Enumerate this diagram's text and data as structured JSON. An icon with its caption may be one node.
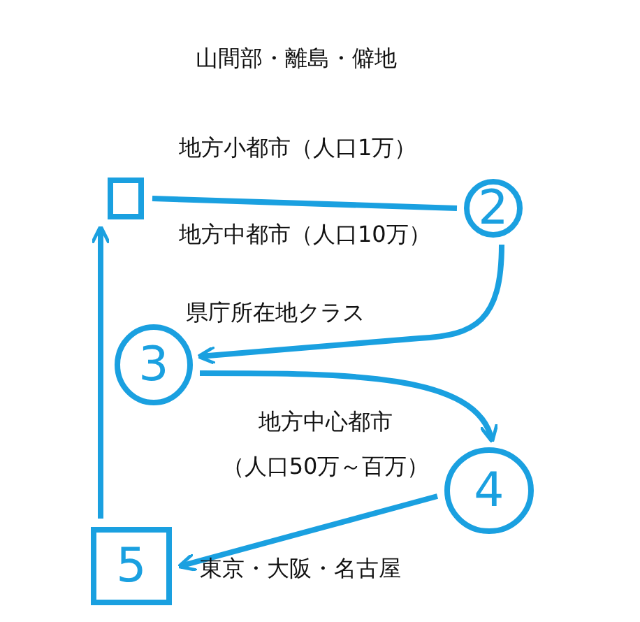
{
  "diagram": {
    "title": "山間部・離島・僻地",
    "nodes": [
      {
        "text": [],
        "shape": "box"
      },
      {
        "text": [
          "2"
        ]
      },
      {
        "text": [
          "3"
        ]
      },
      {
        "text": [
          "4"
        ]
      },
      {
        "text": [
          "5"
        ]
      }
    ],
    "edges": [
      {
        "from": 0,
        "to": 1,
        "arrow": "none"
      },
      {
        "from": 1,
        "to": 2,
        "arrow": "to"
      },
      {
        "from": 2,
        "to": 3,
        "arrow": "to"
      },
      {
        "from": 3,
        "to": 4,
        "arrow": "to"
      },
      {
        "from": 4,
        "to": 0,
        "arrow": "to"
      }
    ],
    "labels": [
      "地方小都市（人口1万）",
      "地方中都市（人口10万）",
      "県庁所在地クラス",
      "地方中心都市（人口50万～百万）",
      "東京・大阪・名古屋"
    ]
  }
}
